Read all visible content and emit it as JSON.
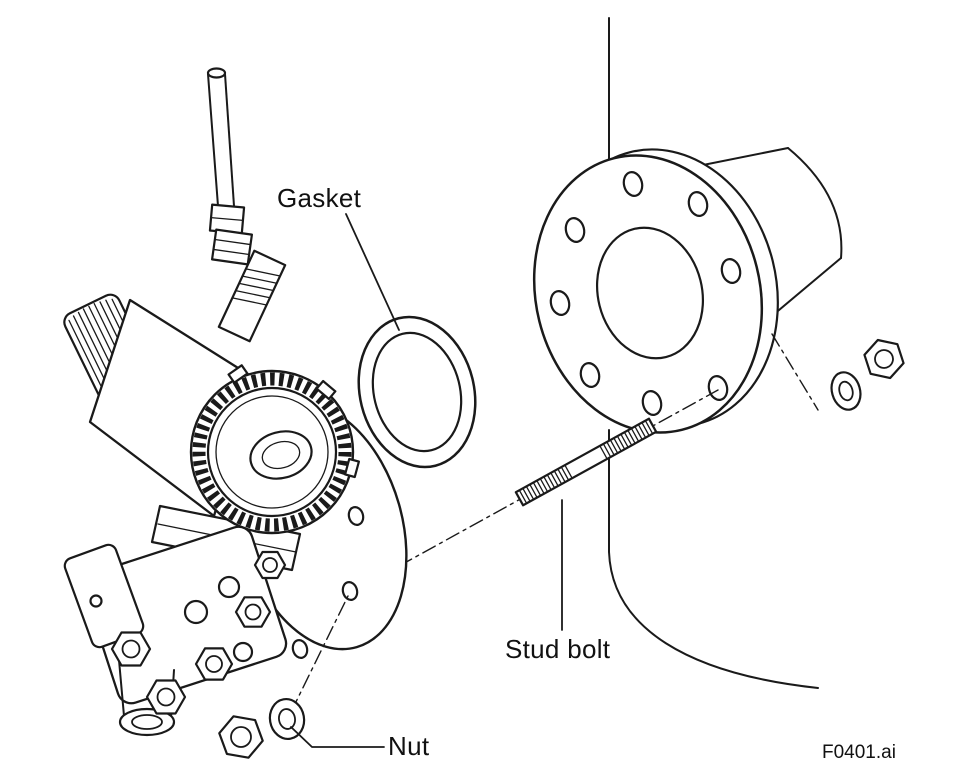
{
  "figure": {
    "caption_id": "F0401.ai",
    "labels": {
      "gasket": "Gasket",
      "stud_bolt": "Stud bolt",
      "nut": "Nut"
    },
    "colors": {
      "line": "#1a1a1a",
      "background": "#ffffff"
    }
  }
}
